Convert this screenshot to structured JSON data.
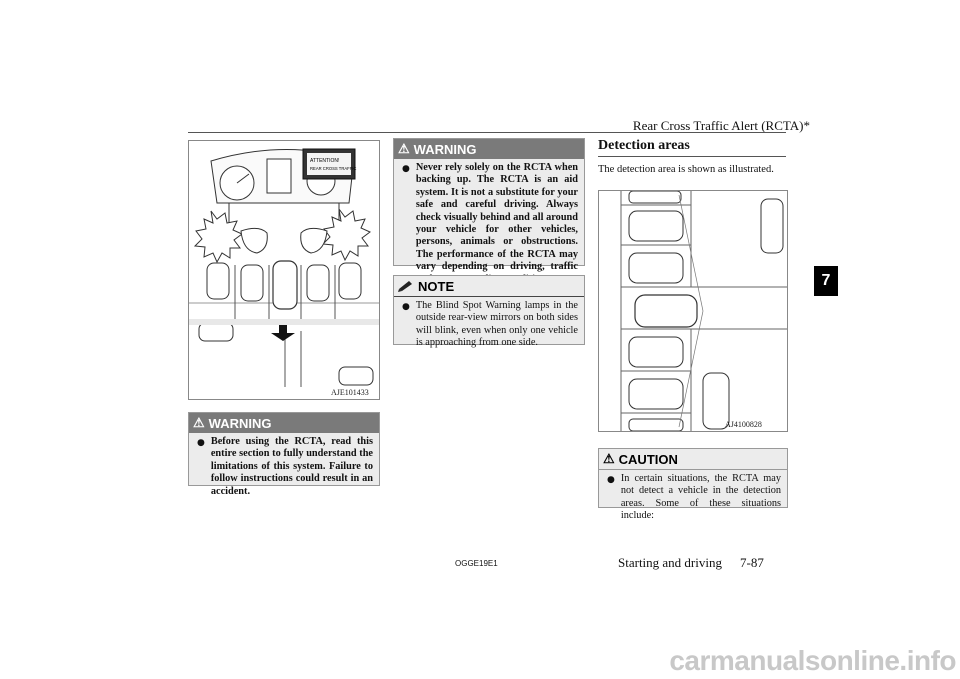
{
  "header": {
    "title": "Rear Cross Traffic Alert (RCTA)*"
  },
  "chapter_tab": "7",
  "figure_left": {
    "id": "AJE101433",
    "display_line1": "ATTENTION!",
    "display_line2": "REAR CROSS TRAFFIC"
  },
  "warning_left": {
    "heading": "WARNING",
    "text": "Before using the RCTA, read this entire section to fully understand the limitations of this system. Failure to follow instructions could result in an accident."
  },
  "warning_middle": {
    "heading": "WARNING",
    "text": "Never rely solely on the RCTA when backing up. The RCTA is an aid system. It is not a substitute for your safe and careful driving. Always check visually behind and all around your vehicle for other vehicles, persons, animals or obstructions. The performance of the RCTA may vary depending on driving, traffic and/or surrounding conditions."
  },
  "note": {
    "heading": "NOTE",
    "text": "The Blind Spot Warning lamps in the outside rear-view mirrors on both sides will blink, even when only one vehicle is approaching from one side."
  },
  "detection": {
    "title": "Detection areas",
    "intro": "The detection area is shown as illustrated.",
    "figure_id": "AJ4100828"
  },
  "caution": {
    "heading": "CAUTION",
    "text": "In certain situations, the RCTA may not detect a vehicle in the detection areas. Some of these situations include:"
  },
  "footer": {
    "code": "OGGE19E1",
    "section": "Starting and driving",
    "page": "7-87"
  },
  "watermark": "carmanualsonline.info"
}
